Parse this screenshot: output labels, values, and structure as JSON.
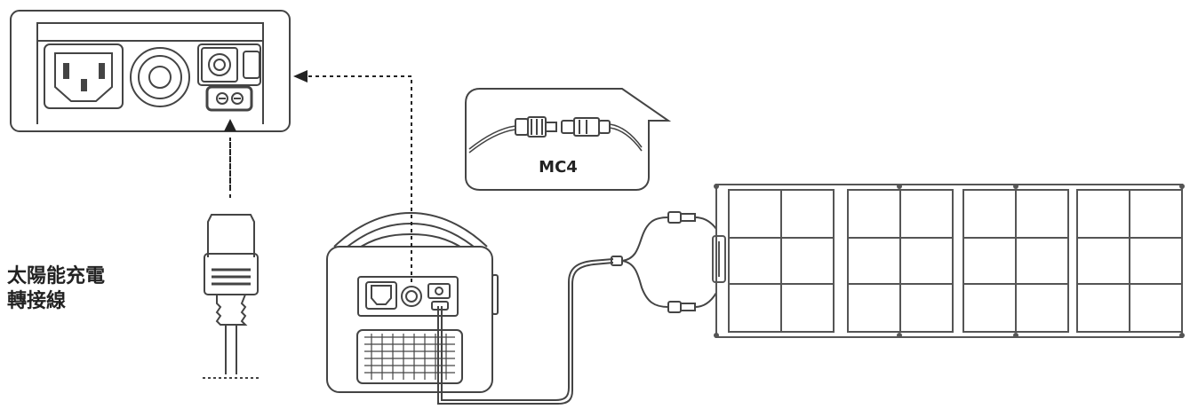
{
  "callout": {
    "label": "MC4"
  },
  "cable_label": {
    "line1": "太陽能充電",
    "line2": "轉接線"
  },
  "colors": {
    "stroke": "#444444",
    "light_stroke": "#888888",
    "fill": "#ffffff",
    "text": "#222222"
  }
}
